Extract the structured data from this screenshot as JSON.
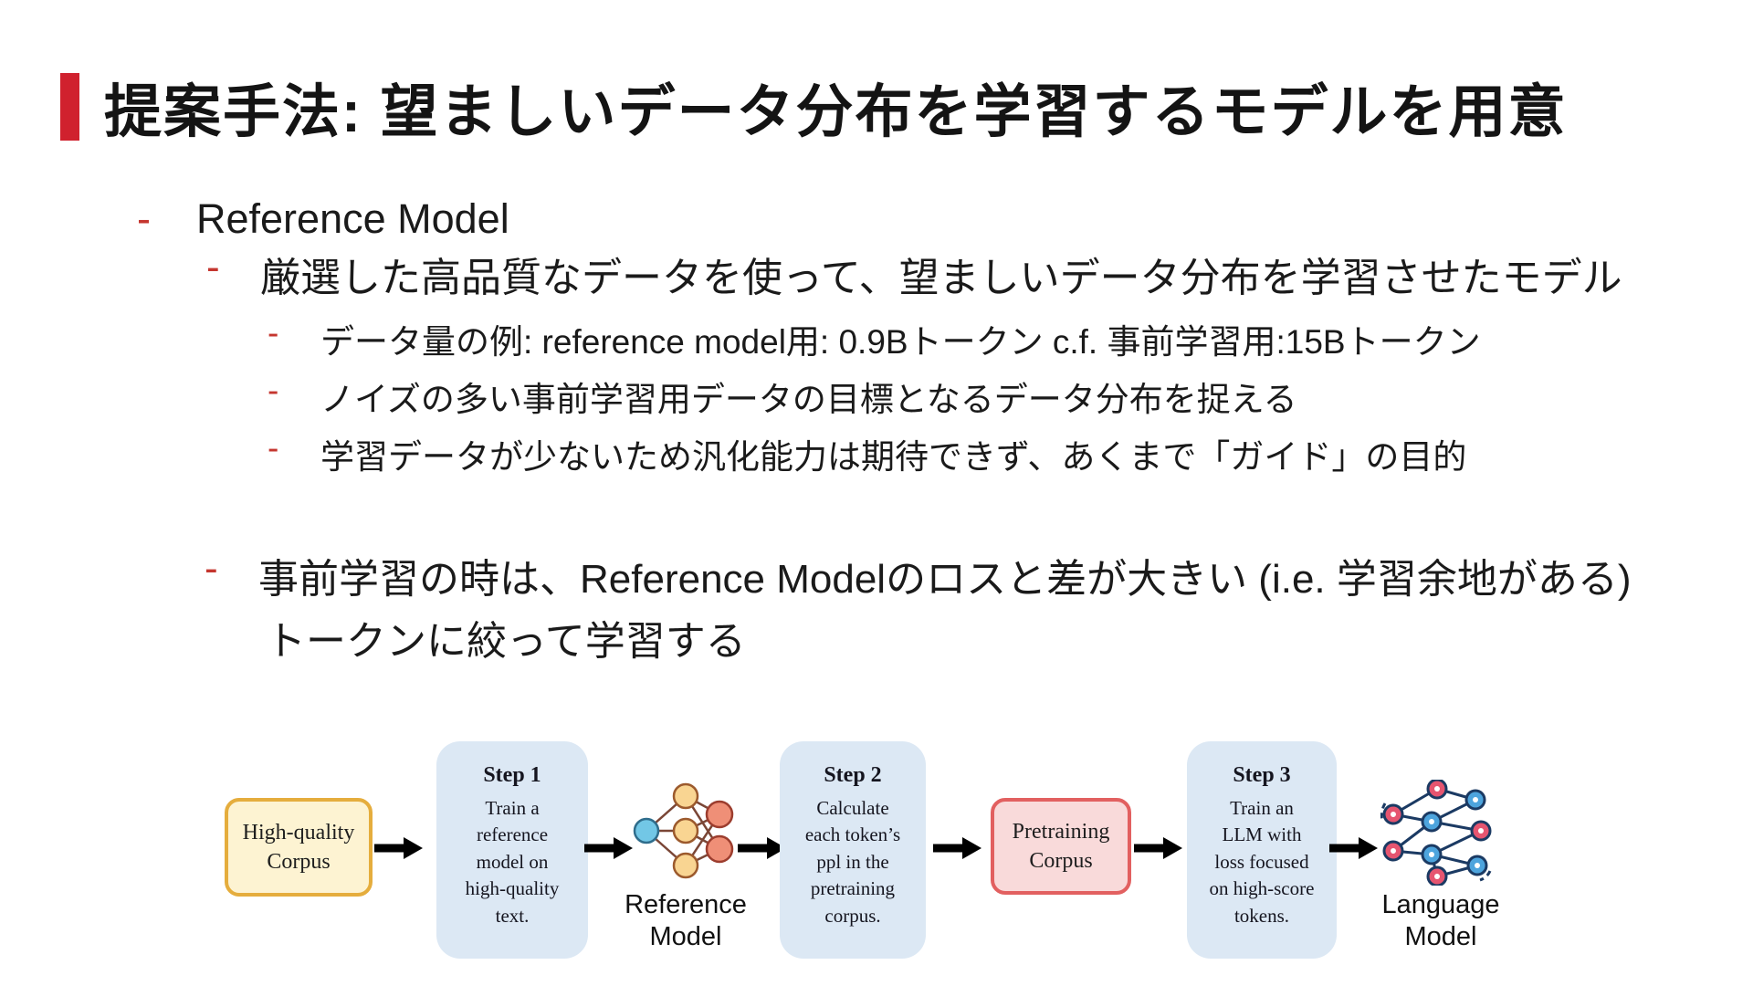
{
  "slide": {
    "title": "提案手法: 望ましいデータ分布を学習するモデルを用意"
  },
  "bullets": {
    "dash": "-",
    "l1": "Reference Model",
    "l2a": "厳選した高品質なデータを使って、望ましいデータ分布を学習させたモデル",
    "l3": [
      "データ量の例: reference model用: 0.9Bトークン c.f. 事前学習用:15Bトークン",
      "ノイズの多い事前学習用データの目標となるデータ分布を捉える",
      "学習データが少ないため汎化能力は期待できず、あくまで「ガイド」の目的"
    ],
    "l2b_line1": "事前学習の時は、Reference Modelのロスと差が大きい (i.e. 学習余地がある)",
    "l2b_line2": "トークンに絞って学習する"
  },
  "diagram": {
    "hq_corpus_label": "High-quality\nCorpus",
    "pretraining_corpus_label": "Pretraining\nCorpus",
    "reference_model_label": "Reference\nModel",
    "language_model_label": "Language\nModel",
    "steps": [
      {
        "title": "Step 1",
        "body": "Train a\nreference\nmodel on\nhigh-quality\ntext."
      },
      {
        "title": "Step 2",
        "body": "Calculate\neach token’s\nppl in the\npretraining\ncorpus."
      },
      {
        "title": "Step 3",
        "body": "Train an\nLLM with\nloss focused\non high-score\ntokens."
      }
    ]
  },
  "colors": {
    "accent_red": "#d0212e",
    "bullet_dash": "#c5362f",
    "step_fill": "#dce8f4",
    "hq_fill": "#fdf3d2",
    "hq_border": "#e5ad3d",
    "pretrain_fill": "#f9dada",
    "pretrain_border": "#e26060"
  }
}
